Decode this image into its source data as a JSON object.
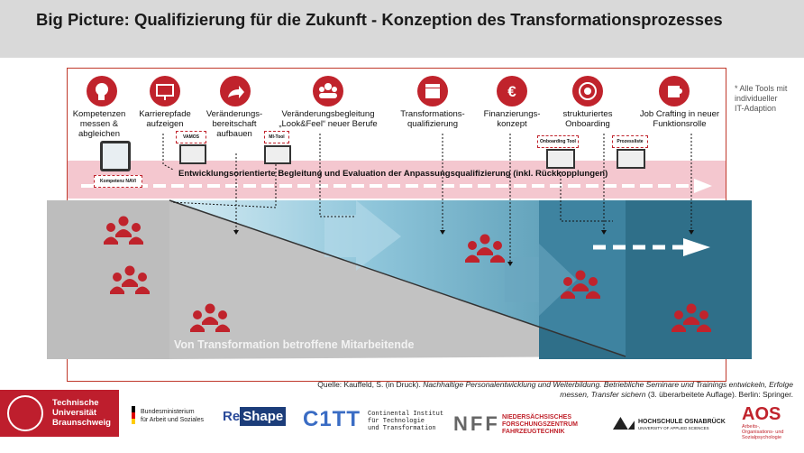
{
  "slide": {
    "title": "Big Picture: Qualifizierung für die Zukunft - Konzeption des Transformationsprozesses",
    "note": "* Alle Tools mit individueller IT-Adaption",
    "banner_text": "Entwicklungsorientierte Begleitung und Evaluation der Anpassungsqualifizierung (inkl. Rückkopplungen)",
    "bottom_label": "Von Transformation betroffene Mitarbeitende",
    "source_prefix": "Quelle: Kauffeld, S. (in Druck). ",
    "source_italic": "Nachhaltige Personalentwicklung und Weiterbildung. Betriebliche Seminare und Trainings entwickeln, Erfolge messen, Transfer sichern",
    "source_suffix": " (3. überarbeitete Auflage). Berlin: Springer."
  },
  "tools": [
    {
      "label": "Kompetenzen messen & abgleichen",
      "icon": "head-icon"
    },
    {
      "label": "Karrierepfade aufzeigen",
      "icon": "presentation-icon"
    },
    {
      "label": "Veränderungs-bereitschaft aufbauen",
      "icon": "share-arrow-icon"
    },
    {
      "label": "Veränderungsbegleitung „Look&Feel“ neuer Berufe",
      "icon": "group-icon"
    },
    {
      "label": "Transformations-qualifizierung",
      "icon": "clapperboard-icon"
    },
    {
      "label": "Finanzierungs-konzept",
      "icon": "euro-icon"
    },
    {
      "label": "strukturiertes Onboarding",
      "icon": "target-icon"
    },
    {
      "label": "Job Crafting in neuer Funktionsrolle",
      "icon": "puzzle-icon"
    }
  ],
  "tags": {
    "navi": "Kompetenz NAVI",
    "vamos": "VAMOS",
    "mi": "MI-Tool",
    "onboarding": "Onboarding Tool",
    "prozess": "Prozessliste"
  },
  "logos": {
    "tu_line1": "Technische",
    "tu_line2": "Universität",
    "tu_line3": "Braunschweig",
    "bmas_line1": "Bundesministerium",
    "bmas_line2": "für Arbeit und Soziales",
    "reshape_a": "Re",
    "reshape_b": "Shape",
    "citt": "C1TT",
    "citt_line1": "Continental Institut",
    "citt_line2": "für Technologie",
    "citt_line3": "und Transformation",
    "nff": "NFF",
    "nff_line1": "NIEDERSÄCHSISCHES",
    "nff_line2": "FORSCHUNGSZENTRUM",
    "nff_line3": "FAHRZEUGTECHNIK",
    "hso_line1": "HOCHSCHULE OSNABRÜCK",
    "hso_line2": "UNIVERSITY OF APPLIED SCIENCES",
    "aos": "AOS",
    "aos_line1": "Arbeits-,",
    "aos_line2": "Organisations- und",
    "aos_line3": "Sozialpsychologie"
  },
  "colors": {
    "accent_red": "#c0232c",
    "pink_band": "#f3c8cf",
    "teal_dark": "#2e6e88",
    "teal_light": "#9fd0e3",
    "gray_block": "#bdbdbd"
  }
}
